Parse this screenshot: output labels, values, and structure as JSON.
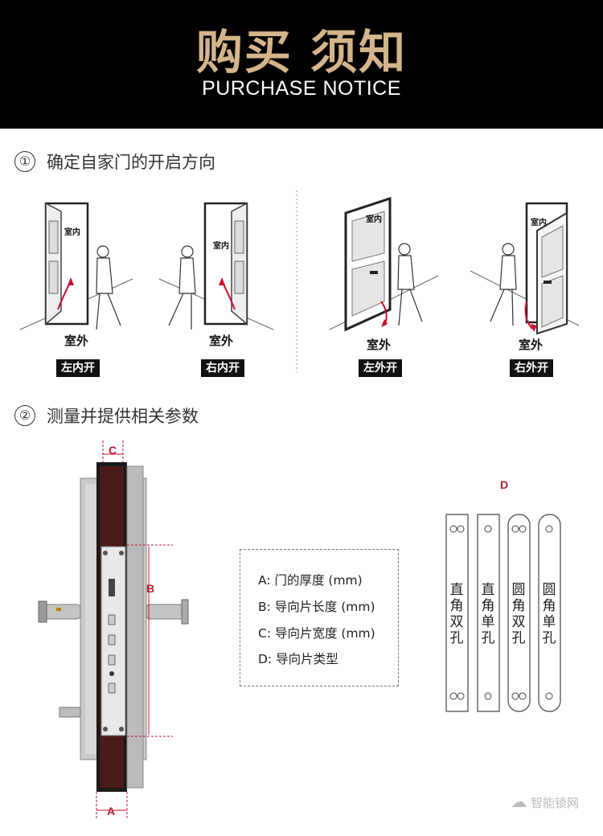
{
  "header": {
    "title": "购买 须知",
    "subtitle": "PURCHASE NOTICE"
  },
  "section1": {
    "num": "①",
    "title": "确定自家门的开启方向",
    "doors": [
      {
        "indoor": "室内",
        "outdoor": "室外",
        "badge": "左内开"
      },
      {
        "indoor": "室内",
        "outdoor": "室外",
        "badge": "右内开"
      },
      {
        "indoor": "室内",
        "outdoor": "室外",
        "badge": "左外开"
      },
      {
        "indoor": "室内",
        "outdoor": "室外",
        "badge": "右外开"
      }
    ]
  },
  "section2": {
    "num": "②",
    "title": "测量并提供相关参数",
    "dims": {
      "a": "A",
      "b": "B",
      "c": "C",
      "d": "D"
    },
    "params": [
      "A: 门的厚度 (mm)",
      "B: 导向片长度 (mm)",
      "C: 导向片宽度 (mm)",
      "D: 导向片类型"
    ],
    "plates": [
      {
        "label": [
          "直",
          "角",
          "双",
          "孔"
        ]
      },
      {
        "label": [
          "直",
          "角",
          "单",
          "孔"
        ]
      },
      {
        "label": [
          "圆",
          "角",
          "双",
          "孔"
        ]
      },
      {
        "label": [
          "圆",
          "角",
          "单",
          "孔"
        ]
      }
    ]
  },
  "watermark": "智能锁网"
}
